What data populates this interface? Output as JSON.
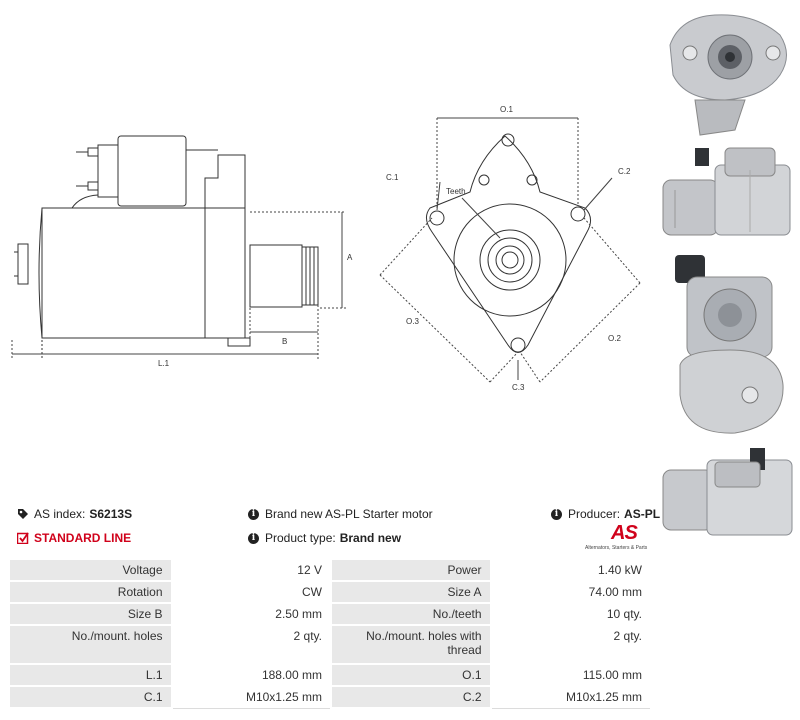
{
  "drawing_labels": {
    "side": {
      "A": "A",
      "B": "B",
      "L1": "L.1"
    },
    "front": {
      "O1": "O.1",
      "O2": "O.2",
      "O3": "O.3",
      "C1": "C.1",
      "C2": "C.2",
      "C3": "C.3",
      "teeth": "Teeth"
    }
  },
  "info": {
    "as_index_label": "AS index:",
    "as_index_value": "S6213S",
    "standard_line": "STANDARD LINE",
    "description": "Brand new AS-PL Starter motor",
    "product_type_label": "Product type:",
    "product_type_value": "Brand new",
    "producer_label": "Producer:",
    "producer_value": "AS-PL"
  },
  "logo": {
    "mark": "AS",
    "tagline": "Alternators, Starters & Parts"
  },
  "specs": [
    {
      "l1": "Voltage",
      "v1": "12 V",
      "l2": "Power",
      "v2": "1.40 kW"
    },
    {
      "l1": "Rotation",
      "v1": "CW",
      "l2": "Size A",
      "v2": "74.00 mm"
    },
    {
      "l1": "Size B",
      "v1": "2.50 mm",
      "l2": "No./teeth",
      "v2": "10 qty."
    },
    {
      "l1": "No./mount. holes",
      "v1": "2 qty.",
      "l2": "No./mount. holes with thread",
      "v2": "2 qty."
    },
    {
      "l1": "L.1",
      "v1": "188.00 mm",
      "l2": "O.1",
      "v2": "115.00 mm"
    },
    {
      "l1": "C.1",
      "v1": "M10x1.25 mm",
      "l2": "C.2",
      "v2": "M10x1.25 mm"
    }
  ],
  "colors": {
    "accent_red": "#d0021b",
    "label_bg": "#e8e8e8"
  },
  "icons": [
    "tag-icon",
    "check-square-icon",
    "info-icon"
  ]
}
